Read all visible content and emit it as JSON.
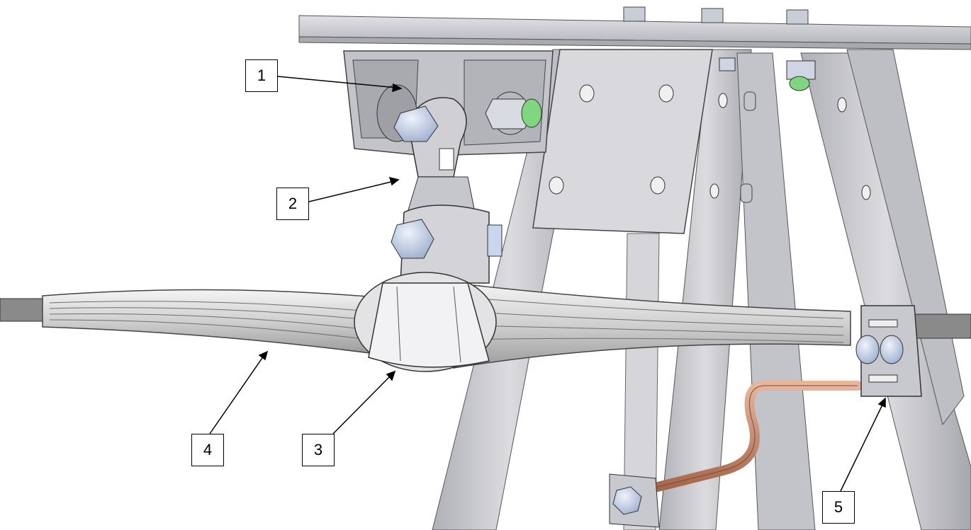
{
  "callouts": [
    {
      "id": "1",
      "label": "1"
    },
    {
      "id": "2",
      "label": "2"
    },
    {
      "id": "3",
      "label": "3"
    },
    {
      "id": "4",
      "label": "4"
    },
    {
      "id": "5",
      "label": "5"
    }
  ],
  "colors": {
    "steel": "#cfcfd3",
    "steel_dark": "#8f9096",
    "bolt": "#c9d6ee",
    "copper": "#c98a6a",
    "green_nut": "#7fd67f"
  }
}
